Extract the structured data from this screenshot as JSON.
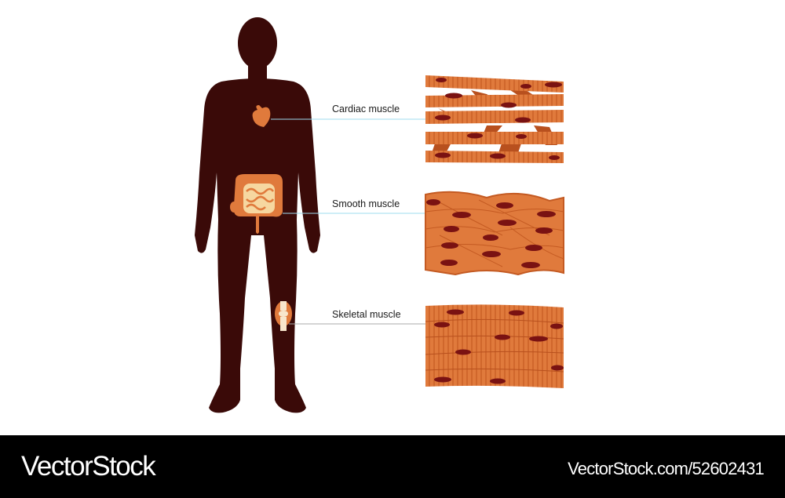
{
  "labels": {
    "cardiac": "Cardiac muscle",
    "smooth": "Smooth muscle",
    "skeletal": "Skeletal muscle"
  },
  "footer": {
    "brand": "VectorStock",
    "url": "VectorStock.com/52602431"
  },
  "colors": {
    "silhouette": "#3a0a08",
    "muscle": "#e07a3c",
    "muscle_dark": "#c45a22",
    "nucleus": "#7a1212",
    "leader_line": "#9fdcef",
    "background": "#ffffff",
    "footer": "#000000"
  }
}
